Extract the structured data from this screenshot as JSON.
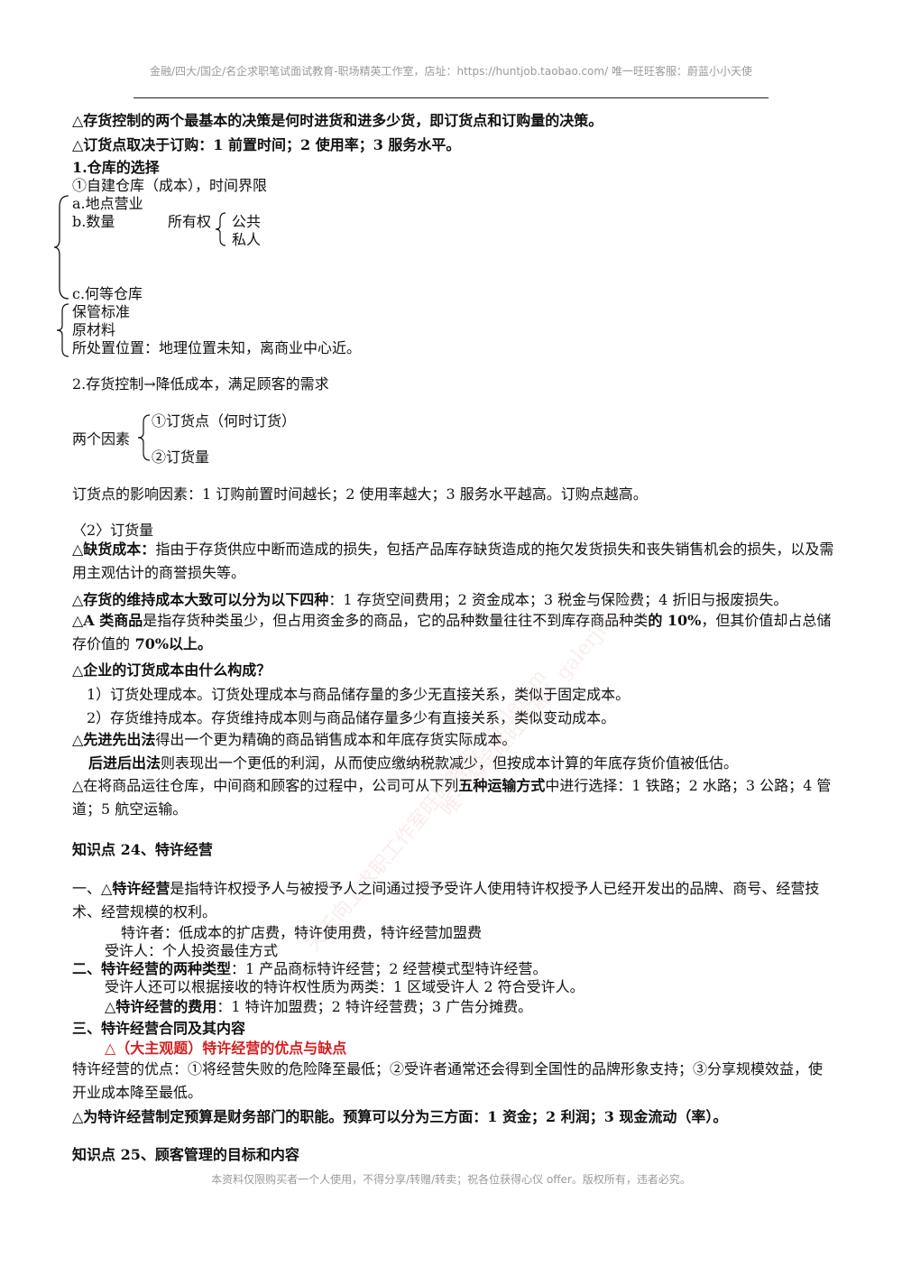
{
  "header": "金融/四大/国企/名企求职笔试面试教育-职场精英工作室，店址：https://huntjob.taobao.com/ 唯一旺旺客服：蔚蓝小小天使",
  "lines": {
    "l1": "△存货控制的两个最基本的决策是何时进货和进多少货，即订货点和订购量的决策。",
    "l2": "△订货点取决于订购：1 前置时间；2 使用率；3 服务水平。",
    "l3": "1.仓库的选择",
    "l4": "①自建仓库（成本），时间界限",
    "l5": "a.地点营业",
    "l6a": "b.数量",
    "l6b": "所有权",
    "l6c": "公共",
    "l7": "私人",
    "l8": "c.何等仓库",
    "l9": "保管标准",
    "l10": "原材料",
    "l11": "所处置位置：地理位置未知，离商业中心近。",
    "l12": "2.存货控制→降低成本，满足顾客的需求",
    "l13a": "两个因素",
    "l13b": "①订货点（何时订货）",
    "l13c": "②订货量",
    "l14": "订货点的影响因素：1 订购前置时间越长；2 使用率越大；3 服务水平越高。订购点越高。",
    "l15": "〈2〉订货量",
    "l16b": "△缺货成本：",
    "l16": "指由于存货供应中断而造成的损失，包括产品库存缺货造成的拖欠发货损失和丧失销售机会的损失，以及需用主观估计的商誉损失等。",
    "l17b": "△存货的维持成本大致可以分为以下四种",
    "l17": "：1 存货空间费用；2 资金成本；3 税金与保险费；4 折旧与报废损失。",
    "l18b": "△A 类商品",
    "l18": "是指存货种类虽少，但占用资金多的商品，它的品种数量往往不到库存商品种类",
    "l18c": "的 10%",
    "l18d": "，但其价值却占总储存价值的",
    "l18e": " 70%以上。",
    "l19": "△企业的订货成本由什么构成？",
    "l20": "1）订货处理成本。订货处理成本与商品储存量的多少无直接关系，类似于固定成本。",
    "l21": "2）存货维持成本。存货维持成本则与商品储存量多少有直接关系，类似变动成本。",
    "l22a": "△",
    "l22b": "先进先出法",
    "l22": "得出一个更为精确的商品销售成本和年底存货实际成本。",
    "l23b": "后进后出法",
    "l23": "则表现出一个更低的利润，从而使应缴纳税款减少，但按成本计算的年底存货价值被低估。",
    "l24a": "△在将商品运往仓库，中间商和顾客的过程中，公司可从下列",
    "l24b": "五种运输方式",
    "l24c": "中进行选择：1 铁路；2 水路；3 公路；4 管道；5 航空运输。",
    "k24": "知识点 24、特许经营",
    "f1a": "一、",
    "f1b": "△特许经营",
    "f1": "是指特许权授予人与被授予人之间通过授予受许人使用特许权授予人已经开发出的品牌、商号、经营技术、经营规模的权利。",
    "f2": "特许者：低成本的扩店费，特许使用费，特许经营加盟费",
    "f3": "受许人：个人投资最佳方式",
    "f4b": "二、特许经营的两种类型",
    "f4": "：1 产品商标特许经营；2 经营模式型特许经营。",
    "f5": "受许人还可以根据接收的特许权性质为两类：1 区域受许人 2 符合受许人。",
    "f6b": "△特许经营的费用",
    "f6": "：1 特许加盟费；2 特许经营费；3 广告分摊费。",
    "f7": "三、特许经营合同及其内容",
    "f8": "△（大主观题）特许经营的优点与缺点",
    "f9": "特许经营的优点：①将经营失败的危险降至最低；②受许者通常还会得到全国性的品牌形象支持；③分享规模效益，使开业成本降至最低。",
    "f10": "△为特许经营制定预算是财务部门的职能。预算可以分为三方面：1 资金；2 利润；3 现金流动（率）。",
    "k25": "知识点 25、顾客管理的目标和内容"
  },
  "footer": "本资料仅限购买者一个人使用，不得分享/转赠/转卖；祝各位获得心仪 offer。版权所有，违者必究。",
  "watermark": [
    "天天向上求职工作室旺旺客服：galerjim",
    "唯一淘宝旺旺客服：galerjim"
  ],
  "colors": {
    "accent_red": "#d42020",
    "header_gray": "#9a9a9a"
  }
}
